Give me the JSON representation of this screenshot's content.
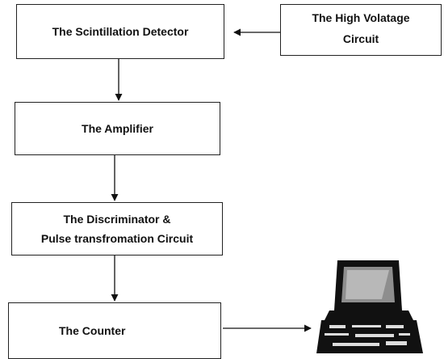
{
  "diagram": {
    "boxes": {
      "scintillation_detector": "The Scintillation Detector",
      "high_voltage_circuit": "The High Volatage\nCircuit",
      "amplifier": "The Amplifier",
      "discriminator": "The Discriminator &\nPulse transfromation Circuit",
      "counter": "The Counter"
    },
    "icons": {
      "computer": "computer-icon"
    },
    "colors": {
      "line": "#111111",
      "screen": "#9a9a9a"
    }
  }
}
